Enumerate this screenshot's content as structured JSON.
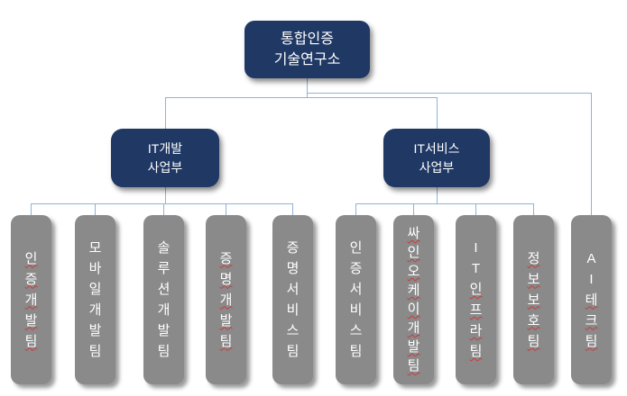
{
  "root_box": {
    "line1": "통합인증",
    "line2": "기술연구소"
  },
  "division_boxes": [
    {
      "line1": "IT개발",
      "line2": "사업부",
      "reports_to": "통합인증 기술연구소"
    },
    {
      "line1": "IT서비스",
      "line2": "사업부",
      "reports_to": "통합인증 기술연구소"
    }
  ],
  "team_boxes": [
    {
      "name": "인증개발팀",
      "reports_to": "IT개발 사업부",
      "chars": [
        {
          "c": "인",
          "misspelled": true
        },
        {
          "c": "증",
          "misspelled": true
        },
        {
          "c": "개",
          "misspelled": true
        },
        {
          "c": "발",
          "misspelled": true
        },
        {
          "c": "팀",
          "misspelled": true
        }
      ]
    },
    {
      "name": "모바일개발팀",
      "reports_to": "IT개발 사업부",
      "chars": [
        {
          "c": "모",
          "misspelled": false
        },
        {
          "c": "바",
          "misspelled": false
        },
        {
          "c": "일",
          "misspelled": false
        },
        {
          "c": "개",
          "misspelled": false
        },
        {
          "c": "발",
          "misspelled": false
        },
        {
          "c": "팀",
          "misspelled": false
        }
      ]
    },
    {
      "name": "솔루션개발팀",
      "reports_to": "IT개발 사업부",
      "chars": [
        {
          "c": "솔",
          "misspelled": false
        },
        {
          "c": "루",
          "misspelled": false
        },
        {
          "c": "션",
          "misspelled": false
        },
        {
          "c": "개",
          "misspelled": false
        },
        {
          "c": "발",
          "misspelled": false
        },
        {
          "c": "팀",
          "misspelled": false
        }
      ]
    },
    {
      "name": "증명개발팀",
      "reports_to": "IT개발 사업부",
      "chars": [
        {
          "c": "증",
          "misspelled": true
        },
        {
          "c": "명",
          "misspelled": true
        },
        {
          "c": "개",
          "misspelled": true
        },
        {
          "c": "발",
          "misspelled": true
        },
        {
          "c": "팀",
          "misspelled": true
        }
      ]
    },
    {
      "name": "증명서비스팀",
      "reports_to": "IT개발 사업부",
      "chars": [
        {
          "c": "증",
          "misspelled": false
        },
        {
          "c": "명",
          "misspelled": false
        },
        {
          "c": "서",
          "misspelled": false
        },
        {
          "c": "비",
          "misspelled": false
        },
        {
          "c": "스",
          "misspelled": false
        },
        {
          "c": "팀",
          "misspelled": false
        }
      ]
    },
    {
      "name": "인증서비스팀",
      "reports_to": "IT서비스 사업부",
      "chars": [
        {
          "c": "인",
          "misspelled": false
        },
        {
          "c": "증",
          "misspelled": false
        },
        {
          "c": "서",
          "misspelled": false
        },
        {
          "c": "비",
          "misspelled": false
        },
        {
          "c": "스",
          "misspelled": false
        },
        {
          "c": "팀",
          "misspelled": false
        }
      ]
    },
    {
      "name": "싸인오케이개발팀",
      "reports_to": "IT서비스 사업부",
      "chars": [
        {
          "c": "싸",
          "misspelled": true
        },
        {
          "c": "인",
          "misspelled": true
        },
        {
          "c": "오",
          "misspelled": true
        },
        {
          "c": "케",
          "misspelled": true
        },
        {
          "c": "이",
          "misspelled": true
        },
        {
          "c": "개",
          "misspelled": true
        },
        {
          "c": "발",
          "misspelled": true
        },
        {
          "c": "팀",
          "misspelled": true
        }
      ]
    },
    {
      "name": "IT인프라팀",
      "reports_to": "IT서비스 사업부",
      "chars": [
        {
          "c": "I",
          "misspelled": false
        },
        {
          "c": "T",
          "misspelled": false
        },
        {
          "c": "인",
          "misspelled": true
        },
        {
          "c": "프",
          "misspelled": true
        },
        {
          "c": "라",
          "misspelled": true
        },
        {
          "c": "팀",
          "misspelled": true
        }
      ]
    },
    {
      "name": "정보보호팀",
      "reports_to": "IT서비스 사업부",
      "chars": [
        {
          "c": "정",
          "misspelled": true
        },
        {
          "c": "보",
          "misspelled": true
        },
        {
          "c": "보",
          "misspelled": true
        },
        {
          "c": "호",
          "misspelled": true
        },
        {
          "c": "팀",
          "misspelled": true
        }
      ]
    },
    {
      "name": "AI테크팀",
      "reports_to": "통합인증 기술연구소",
      "chars": [
        {
          "c": "A",
          "misspelled": false
        },
        {
          "c": "I",
          "misspelled": false
        },
        {
          "c": "테",
          "misspelled": true
        },
        {
          "c": "크",
          "misspelled": true
        },
        {
          "c": "팀",
          "misspelled": true
        }
      ]
    }
  ],
  "colors": {
    "node_navy": "#1F3864",
    "node_gray": "#8A8A8A",
    "connector_blue": "#8FB2D8",
    "spellcheck_red": "#C73B3B",
    "node_text": "#FFFFFF"
  }
}
